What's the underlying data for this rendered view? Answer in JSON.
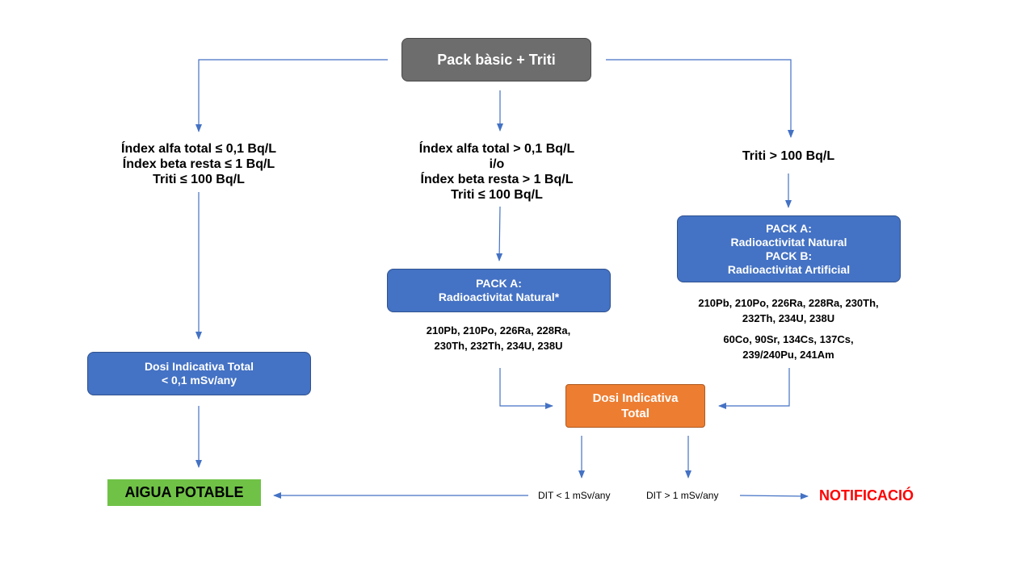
{
  "top_box": "Pack bàsic + Triti",
  "left_condition": [
    "Índex alfa total ≤ 0,1 Bq/L",
    "Índex beta resta ≤ 1 Bq/L",
    "Triti ≤ 100 Bq/L"
  ],
  "middle_condition": [
    "Índex alfa total > 0,1 Bq/L",
    "i/o",
    "Índex beta resta > 1 Bq/L",
    "Triti ≤ 100 Bq/L"
  ],
  "right_condition": "Triti > 100 Bq/L",
  "pack_a_middle": [
    "PACK A:",
    "Radioactivitat Natural*"
  ],
  "pack_ab_right": [
    "PACK A:",
    "Radioactivitat Natural",
    "PACK B:",
    "Radioactivitat Artificial"
  ],
  "middle_isotopes": [
    "210Pb, 210Po, 226Ra, 228Ra,",
    "230Th, 232Th, 234U, 238U"
  ],
  "right_isotopes_natural": [
    "210Pb, 210Po, 226Ra, 228Ra, 230Th,",
    "232Th, 234U, 238U"
  ],
  "right_isotopes_artificial": [
    "60Co, 90Sr, 134Cs, 137Cs,",
    "239/240Pu, 241Am"
  ],
  "left_dose_box": [
    "Dosi Indicativa Total",
    "< 0,1 mSv/any"
  ],
  "dose_total_box": [
    "Dosi Indicativa",
    "Total"
  ],
  "potable_box": "AIGUA POTABLE",
  "dit_low_label": "DIT < 1 mSv/any",
  "dit_high_label": "DIT > 1 mSv/any",
  "notification": "NOTIFICACIÓ",
  "colors": {
    "blue_box": "#4472c4",
    "gray_box": "#6d6d6d",
    "orange_box": "#ed7d31",
    "green_box": "#70c247",
    "arrow": "#4472c4",
    "notification": "#ff0000"
  }
}
